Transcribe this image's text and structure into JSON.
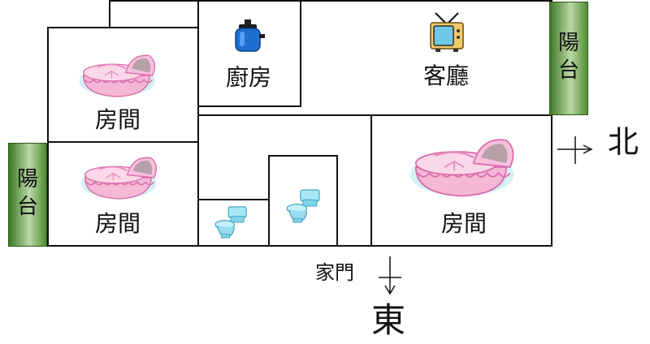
{
  "rooms": {
    "kitchen": "廚房",
    "living_room": "客廳",
    "bedroom_top_left": "房間",
    "bedroom_bottom_left": "房間",
    "bedroom_right": "房間"
  },
  "balconies": {
    "right": [
      "陽",
      "台"
    ],
    "left": [
      "陽",
      "台"
    ]
  },
  "labels": {
    "door": "家門",
    "north": "北",
    "east": "東"
  },
  "icons": [
    "kettle-icon",
    "tv-icon",
    "bassinet-icon",
    "toilet-icon"
  ],
  "colors": {
    "balcony_green": "#3d7a26",
    "kettle_blue": "#1f6fd1",
    "bassinet_pink": "#f2a9cf",
    "toilet_cyan": "#7fd3e8"
  }
}
